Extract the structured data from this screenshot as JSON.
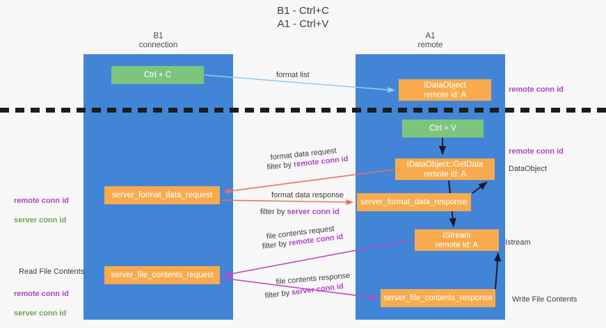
{
  "title": "B1 - Ctrl+C\nA1 - Ctrl+V",
  "lanes": [
    {
      "id": "b1",
      "label": "B1\nconnection"
    },
    {
      "id": "a1",
      "label": "A1\nremote"
    }
  ],
  "nodes": [
    {
      "id": "ctrl-c",
      "label": "Ctrl + C",
      "color": "#7dc57f"
    },
    {
      "id": "idataobject",
      "label": "IDataObject\nremote id: A",
      "color": "#f7ab4e"
    },
    {
      "id": "ctrl-v",
      "label": "Ctrl + V",
      "color": "#7dc57f"
    },
    {
      "id": "getdata",
      "label": "IDataObject::GetData\nremote id: A",
      "color": "#f7ab4e"
    },
    {
      "id": "fmt-req",
      "label": "server_format_data_request",
      "color": "#f7ab4e"
    },
    {
      "id": "fmt-resp",
      "label": "server_format_data_response",
      "color": "#f7ab4e"
    },
    {
      "id": "istream",
      "label": "IStream\nremote id: A",
      "color": "#f7ab4e"
    },
    {
      "id": "file-req",
      "label": "server_file_contents_request",
      "color": "#f7ab4e"
    },
    {
      "id": "file-resp",
      "label": "server_file_contents_response",
      "color": "#f7ab4e"
    }
  ],
  "edge_labels": {
    "format_list": "format list",
    "format_data_request": "format data request",
    "format_data_request_filter_prefix": "filter by ",
    "format_data_request_filter_key": "remote conn id",
    "format_data_response": "format data response",
    "format_data_response_filter_prefix": "filter by ",
    "format_data_response_filter_key": "server conn id",
    "file_contents_request": "file contents request",
    "file_contents_request_filter_prefix": "filter by ",
    "file_contents_request_filter_key": "remote conn id",
    "file_contents_response": "file contents response",
    "file_contents_response_filter_prefix": "filter by ",
    "file_contents_response_filter_key": "server conn id"
  },
  "annotations": {
    "remote_conn_id_top": "remote conn id",
    "remote_conn_id_mid": "remote conn id",
    "dataobject": "DataObject",
    "istream": "Istream",
    "write_file_contents": "Write File Contents",
    "read_file_contents": "Read File Contents",
    "left_remote_conn_id": "remote conn id",
    "left_server_conn_id": "server conn id",
    "left_remote_conn_id_2": "remote conn id",
    "left_server_conn_id_2": "server conn id"
  },
  "colors": {
    "lane": "#4285d6",
    "node_green": "#7dc57f",
    "node_orange": "#f7ab4e",
    "keyword_remote": "#b043c9",
    "keyword_server_green": "#6aa84f",
    "arrow_blue": "#9ec8ef",
    "arrow_red": "#e8705f",
    "arrow_magenta": "#c342c3",
    "arrow_dark": "#1a1a2e",
    "background": "#f7f7f7"
  }
}
